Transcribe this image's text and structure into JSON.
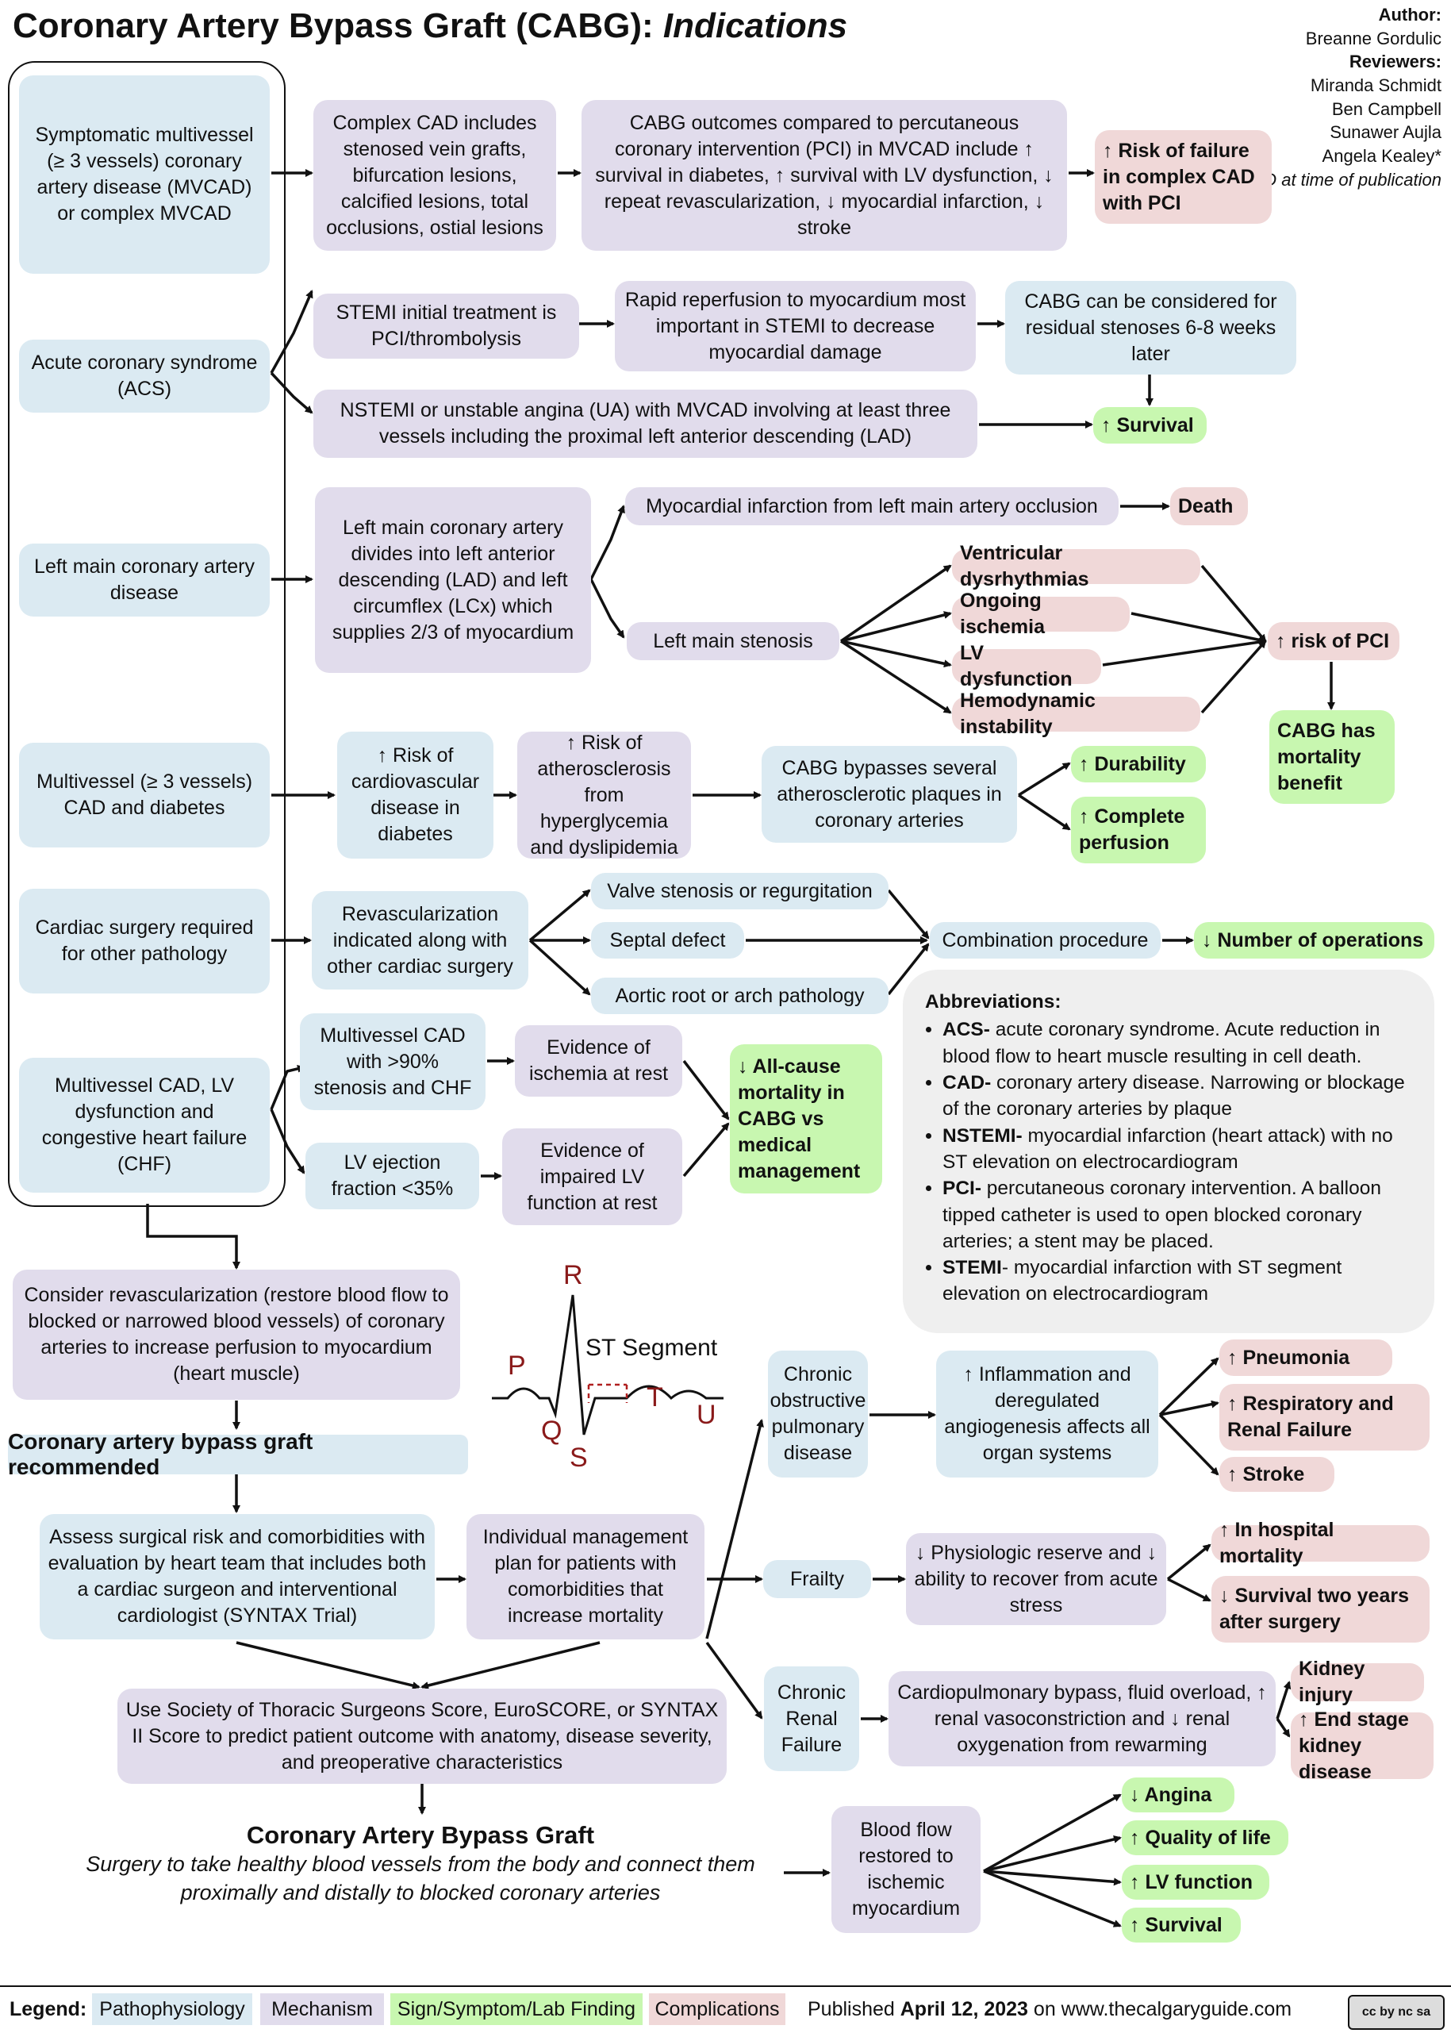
{
  "title": {
    "main": "Coronary Artery Bypass Graft (CABG): ",
    "italic": "Indications"
  },
  "credits": {
    "author_label": "Author:",
    "author": "Breanne Gordulic",
    "reviewers_label": "Reviewers:",
    "reviewers": [
      "Miranda Schmidt",
      "Ben Campbell",
      "Sunawer Aujla",
      "Angela Kealey*"
    ],
    "note": "* MD at time of publication"
  },
  "left": {
    "symptomatic": "Symptomatic multivessel (≥ 3 vessels) coronary artery disease (MVCAD) or complex MVCAD",
    "acs": "Acute coronary syndrome (ACS)",
    "leftmain": "Left main coronary artery disease",
    "diabetes": "Multivessel (≥ 3 vessels) CAD and diabetes",
    "surgery": "Cardiac surgery required for other pathology",
    "chf": "Multivessel CAD, LV dysfunction and congestive heart failure (CHF)"
  },
  "row1": {
    "complex": "Complex CAD includes stenosed vein grafts, bifurcation lesions, calcified lesions, total occlusions, ostial lesions",
    "outcomes": "CABG outcomes compared to percutaneous coronary intervention (PCI) in MVCAD include ↑ survival in diabetes, ↑ survival with LV dysfunction, ↓ repeat revascularization, ↓ myocardial infarction, ↓ stroke",
    "risk": "↑ Risk of failure in complex CAD with PCI"
  },
  "row2": {
    "stemi": "STEMI initial treatment is PCI/thrombolysis",
    "reperfusion": "Rapid reperfusion to myocardium most important in STEMI to decrease myocardial damage",
    "residual": "CABG can be considered  for residual stenoses 6-8 weeks later",
    "nstemi": "NSTEMI or unstable angina (UA) with MVCAD involving at least three vessels including the proximal left anterior descending (LAD)",
    "survival": "↑ Survival"
  },
  "row3": {
    "leftmain_desc": "Left main coronary artery divides into left anterior descending (LAD) and left circumflex (LCx) which supplies 2/3 of myocardium",
    "mi": "Myocardial infarction from left main artery occlusion",
    "death": "Death",
    "stenosis": "Left main stenosis",
    "outcomes": [
      "Ventricular dysrhythmias",
      "Ongoing ischemia",
      "LV dysfunction",
      "Hemodynamic instability"
    ],
    "pci_risk": "↑ risk of PCI",
    "mortality": "CABG has mortality benefit"
  },
  "row4": {
    "cv": "↑ Risk of cardiovascular disease in diabetes",
    "athero": "↑ Risk of atherosclerosis from hyperglycemia and dyslipidemia",
    "bypass": "CABG bypasses several atherosclerotic plaques in coronary arteries",
    "durability": "↑ Durability",
    "complete": "↑ Complete perfusion"
  },
  "row5": {
    "revasc": "Revascularization indicated along with other cardiac surgery",
    "items": [
      "Valve stenosis or regurgitation",
      "Septal defect",
      "Aortic root or arch pathology"
    ],
    "combination": "Combination procedure",
    "operations": "↓ Number of operations"
  },
  "row6": {
    "multivessel": "Multivessel CAD with >90% stenosis and CHF",
    "ischemia": "Evidence of ischemia at rest",
    "ef": "LV ejection fraction <35%",
    "impaired": "Evidence of impaired LV function at rest",
    "allcause": "↓ All-cause mortality in CABG vs medical management"
  },
  "abbreviations": {
    "heading": "Abbreviations:",
    "items": [
      {
        "term": "ACS-",
        "def": " acute coronary syndrome. Acute reduction in blood flow to heart muscle resulting in cell death."
      },
      {
        "term": "CAD-",
        "def": " coronary artery disease. Narrowing or blockage of the coronary arteries by plaque"
      },
      {
        "term": "NSTEMI-",
        "def": " myocardial infarction (heart attack) with no ST elevation on electrocardiogram"
      },
      {
        "term": "PCI-",
        "def": " percutaneous coronary intervention. A balloon tipped catheter is used to open blocked coronary arteries; a stent may be placed."
      },
      {
        "term": "STEMI",
        "def": "- myocardial infarction with ST segment elevation on electrocardiogram"
      }
    ]
  },
  "lower": {
    "consider": "Consider revascularization (restore blood flow to blocked or narrowed blood vessels) of coronary arteries to increase perfusion to myocardium (heart muscle)",
    "recommended": "Coronary artery bypass graft recommended",
    "assess": "Assess surgical risk and comorbidities with evaluation by heart team that includes both a cardiac surgeon and interventional cardiologist (SYNTAX Trial)",
    "individual": "Individual management plan for patients with comorbidities that increase mortality",
    "scores": "Use Society of Thoracic Surgeons Score, EuroSCORE, or SYNTAX II Score to predict patient outcome with anatomy, disease severity, and preoperative characteristics",
    "final_title": "Coronary Artery Bypass Graft",
    "final_sub": "Surgery to take healthy blood vessels from the body and connect them proximally and distally to blocked coronary arteries"
  },
  "ecg": {
    "p": "P",
    "q": "Q",
    "r": "R",
    "s": "S",
    "t": "T",
    "u": "U",
    "st": "ST Segment"
  },
  "comorbid": {
    "copd": "Chronic obstructive pulmonary disease",
    "inflammation": "↑ Inflammation and deregulated angiogenesis affects all organ systems",
    "copd_out": [
      "↑ Pneumonia",
      "↑ Respiratory and Renal Failure",
      "↑ Stroke"
    ],
    "frailty": "Frailty",
    "reserve": "↓ Physiologic reserve and ↓ ability to recover from acute stress",
    "frailty_out": [
      "↑ In hospital mortality",
      "↓ Survival two years after surgery"
    ],
    "renal": "Chronic Renal Failure",
    "bypass": "Cardiopulmonary bypass, fluid overload, ↑ renal vasoconstriction and ↓ renal oxygenation from rewarming",
    "renal_out": [
      "Kidney injury",
      "↑ End stage kidney disease"
    ],
    "bloodflow": "Blood flow restored to ischemic myocardium",
    "final_out": [
      "↓ Angina",
      "↑ Quality of life",
      "↑ LV function",
      "↑ Survival"
    ]
  },
  "legend": {
    "label": "Legend:",
    "items": [
      "Pathophysiology",
      "Mechanism",
      "Sign/Symptom/Lab Finding",
      "Complications"
    ],
    "published_pre": "Published ",
    "published_date": "April 12, 2023",
    "published_post": " on www.thecalgaryguide.com",
    "license": "cc by nc sa"
  },
  "colors": {
    "pathophysiology": "#dbeaf2",
    "mechanism": "#e1dcec",
    "sign": "#c8f7b0",
    "complication": "#f0d8d8"
  }
}
